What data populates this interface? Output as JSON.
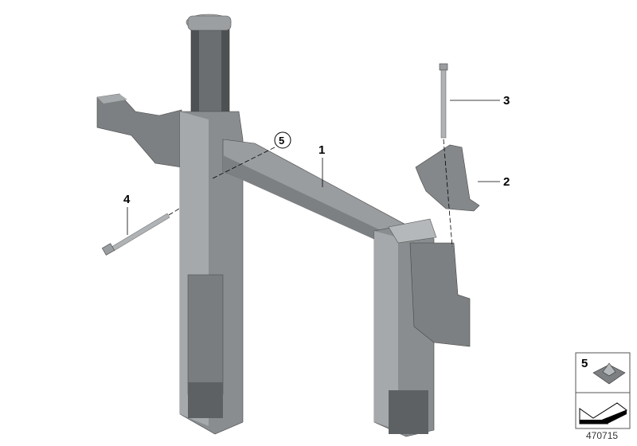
{
  "callouts": {
    "c1": "1",
    "c2": "2",
    "c3": "3",
    "c4": "4",
    "c5": "5"
  },
  "legend": {
    "item_number": "5",
    "item_icon": "clip-nut-icon",
    "arrow_icon": "arrow-symbol-icon"
  },
  "diagram_id": "470715",
  "colors": {
    "part_fill": "#8a8d8f",
    "part_dark": "#5e6163",
    "part_light": "#b5b8ba",
    "line": "#000000"
  }
}
